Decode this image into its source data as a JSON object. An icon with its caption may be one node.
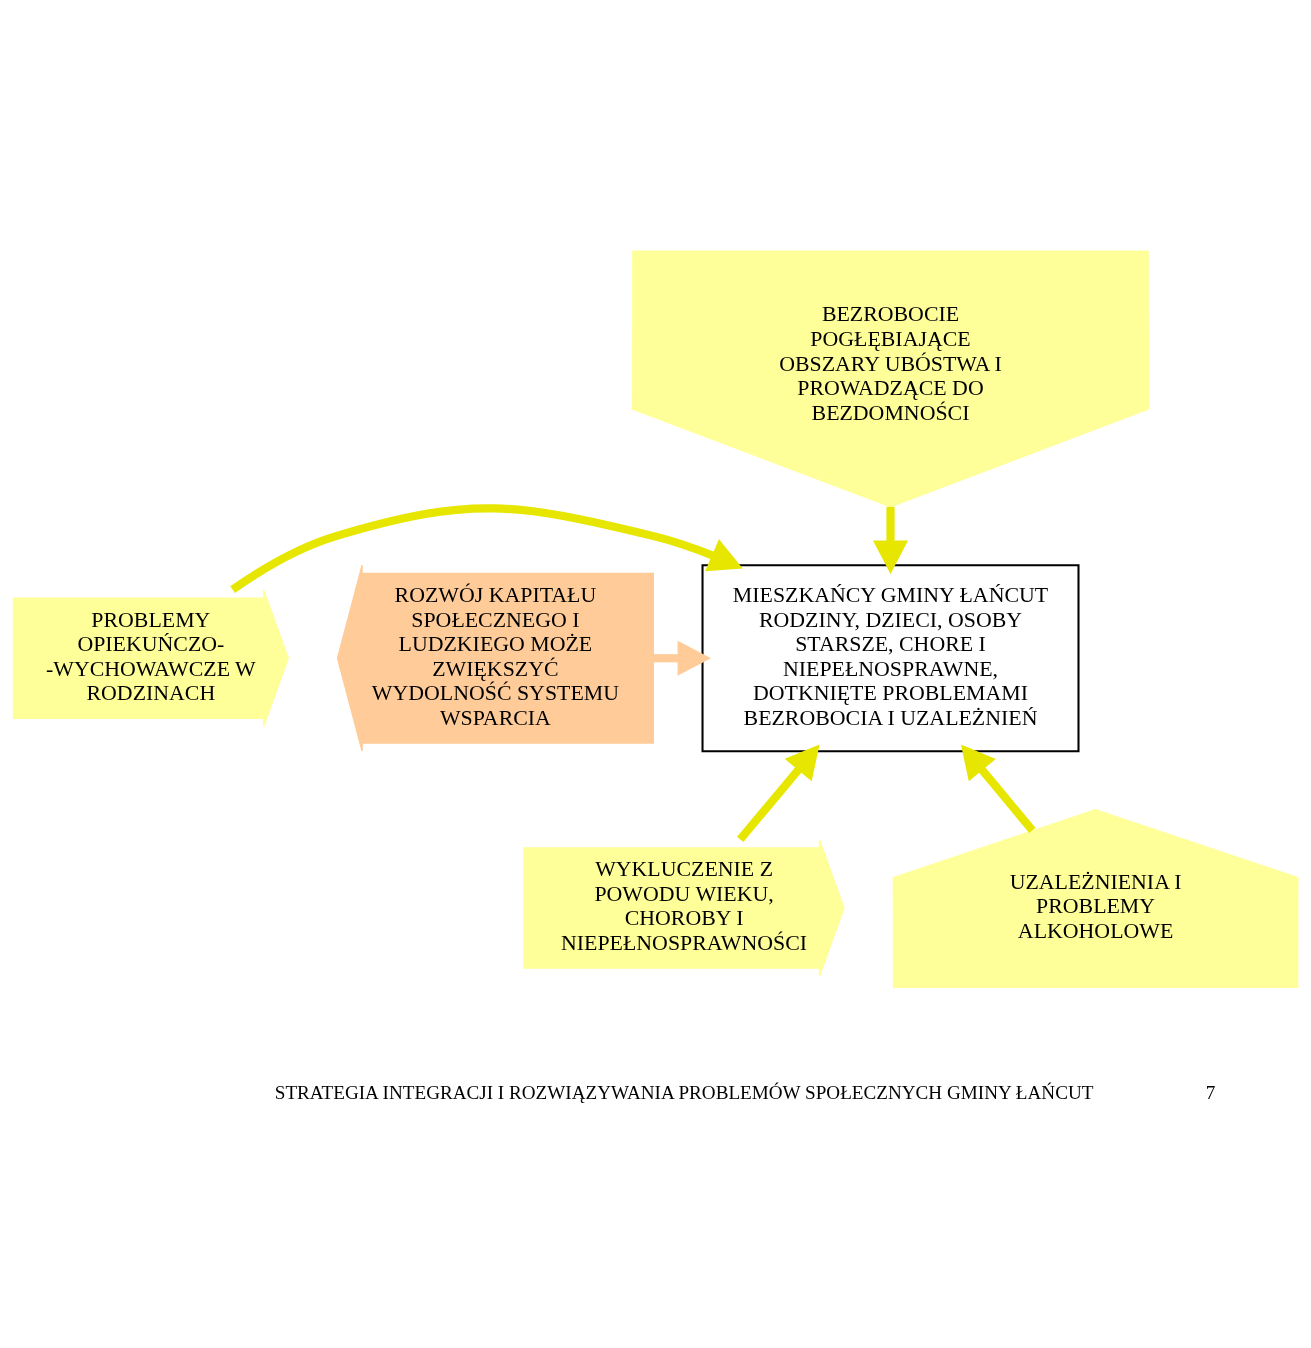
{
  "diagram": {
    "nodes": [
      {
        "text": [
          "BEZROBOCIE POGŁĘBIAJĄCE OBSZARY UBÓSTWA I PROWADZĄCE DO BEZDOMNOŚCI"
        ]
      },
      {
        "text": [
          "PROBLEMY OPIEKUŃCZO- -WYCHOWAWCZE W RODZINACH"
        ]
      },
      {
        "text": [
          "MIESZKAŃCY GMINY ŁAŃCUT RODZINY, DZIECI, OSOBY STARSZE, CHORE I NIEPEŁNOSPRAWNE, DOTKNIĘTE PROBLEMAMI BEZROBOCIA I UZALEŻNIEŃ"
        ]
      },
      {
        "text": [
          "ROZWÓJ KAPITAŁU SPOŁECZNEGO I LUDZKIEGO MOŻE ZWIĘKSZYĆ WYDOLNOŚĆ SYSTEMU WSPARCIA"
        ]
      },
      {
        "text": [
          "WYKLUCZENIE Z POWODU WIEKU, CHOROBY I NIEPEŁNOSPRAWNOŚCI"
        ]
      },
      {
        "text": [
          "UZALEŻNIENIA I PROBLEMY ALKOHOLOWE"
        ]
      }
    ],
    "edges": [
      {
        "from": 0,
        "to": 2,
        "arrow": "to"
      },
      {
        "from": 1,
        "to": 2,
        "arrow": "to"
      },
      {
        "from": 3,
        "to": 2,
        "arrow": "to",
        "color": "#ffcc99"
      },
      {
        "from": 4,
        "to": 2,
        "arrow": "to"
      },
      {
        "from": 5,
        "to": 2,
        "arrow": "to"
      }
    ],
    "labels": [
      "STRATEGIA INTEGRACJI I ROZWIĄZYWANIA PROBLEMÓW SPOŁECZNYCH GMINY ŁAŃCUT",
      "7"
    ]
  }
}
